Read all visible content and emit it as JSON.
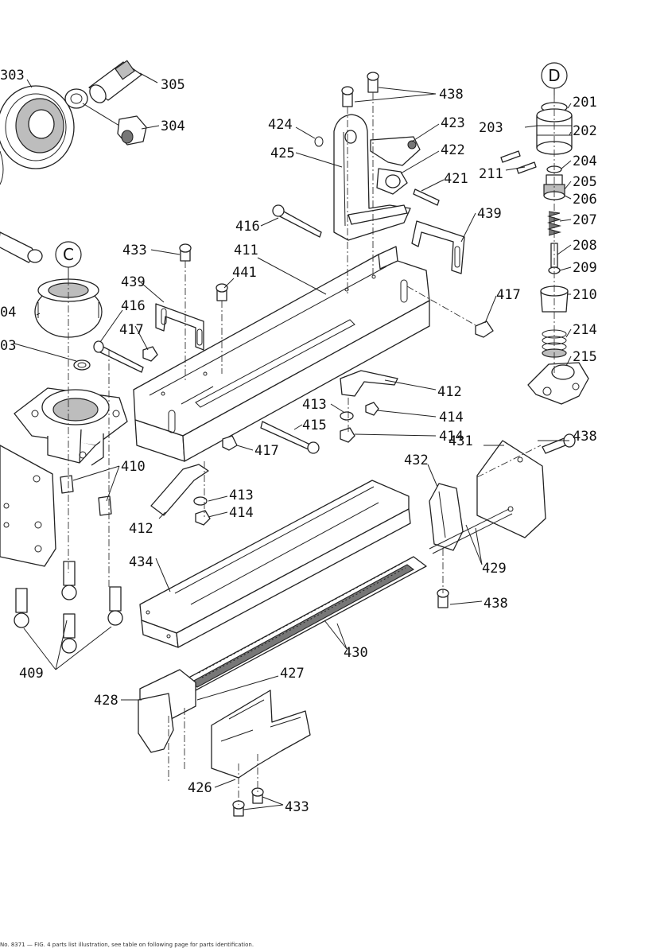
{
  "callouts": {
    "c201": "201",
    "c202": "202",
    "c203": "203",
    "c204": "204",
    "c205": "205",
    "c206": "206",
    "c207": "207",
    "c208": "208",
    "c209": "209",
    "c210": "210",
    "c211": "211",
    "c214": "214",
    "c215": "215",
    "c303": "303",
    "c304": "304",
    "c305": "305",
    "c403": "03",
    "c404": "04",
    "c409": "409",
    "c410": "410",
    "c411": "411",
    "c412a": "412",
    "c412b": "412",
    "c413a": "413",
    "c413b": "413",
    "c414a": "414",
    "c414b": "414",
    "c414c": "414",
    "c415": "415",
    "c416a": "416",
    "c416b": "416",
    "c417a": "417",
    "c417b": "417",
    "c417c": "417",
    "c421": "421",
    "c422": "422",
    "c423": "423",
    "c424": "424",
    "c425": "425",
    "c426": "426",
    "c427": "427",
    "c428": "428",
    "c429": "429",
    "c430": "430",
    "c431": "431",
    "c432": "432",
    "c433a": "433",
    "c433b": "433",
    "c434": "434",
    "c438a": "438",
    "c438b": "438",
    "c438c": "438",
    "c439a": "439",
    "c439b": "439",
    "c441": "441"
  },
  "detail_markers": {
    "c": "C",
    "d": "D"
  },
  "footer_text": "No. 8371 — FIG. 4 parts list illustration, see table on following page for parts identification."
}
